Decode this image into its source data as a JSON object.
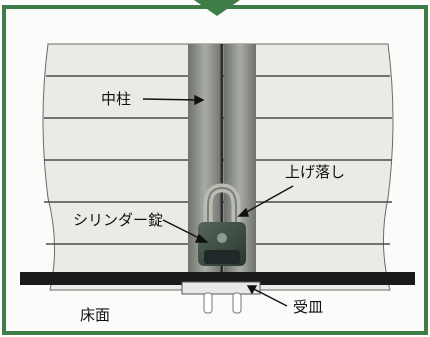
{
  "colors": {
    "frame_border": "#3e7d47",
    "frame_fill": "#fbfcf9",
    "panel_light": "#eaeae6",
    "panel_line": "#4b4b4b",
    "post_dark": "#7d807a",
    "post_light": "#a9aca6",
    "floor": "#1a1a1a",
    "lock": "#3c4a3f",
    "shackle": "#b8bcb3"
  },
  "labels": {
    "center_post": "中柱",
    "drop_bolt": "上げ落し",
    "cylinder_lock": "シリンダー錠",
    "floor_surface": "床面",
    "receiver": "受皿"
  }
}
